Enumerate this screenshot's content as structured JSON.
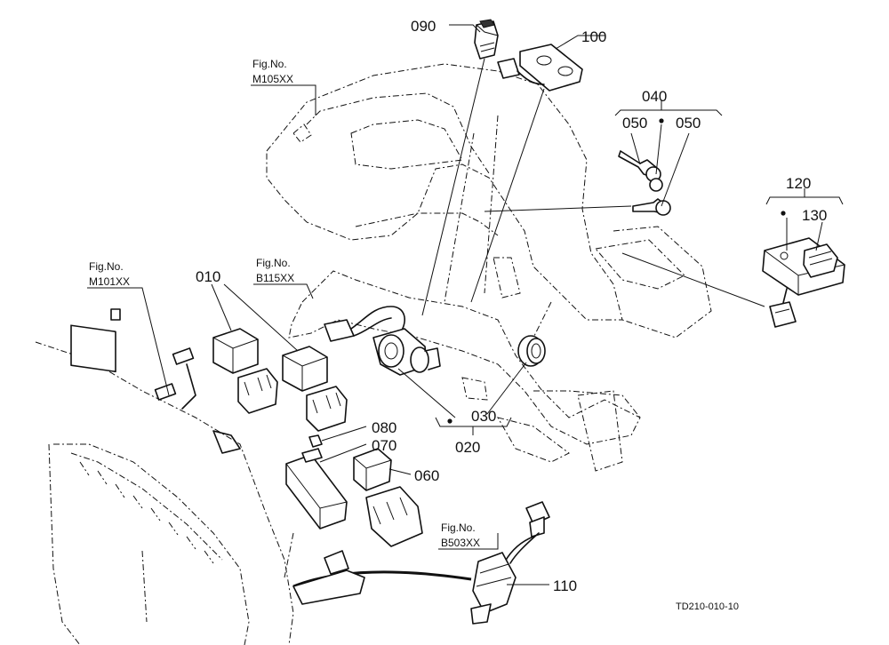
{
  "parts": {
    "p010": "010",
    "p020": "020",
    "p030": "030",
    "p040": "040",
    "p050a": "050",
    "p050b": "050",
    "p060": "060",
    "p070": "070",
    "p080": "080",
    "p090": "090",
    "p100": "100",
    "p110": "110",
    "p120": "120",
    "p130": "130"
  },
  "fig_refs": {
    "m105": {
      "label": "Fig.No.",
      "code": "M105XX"
    },
    "b115": {
      "label": "Fig.No.",
      "code": "B115XX"
    },
    "m101": {
      "label": "Fig.No.",
      "code": "M101XX"
    },
    "b503": {
      "label": "Fig.No.",
      "code": "B503XX"
    }
  },
  "drawing_code": "TD210-010-10"
}
